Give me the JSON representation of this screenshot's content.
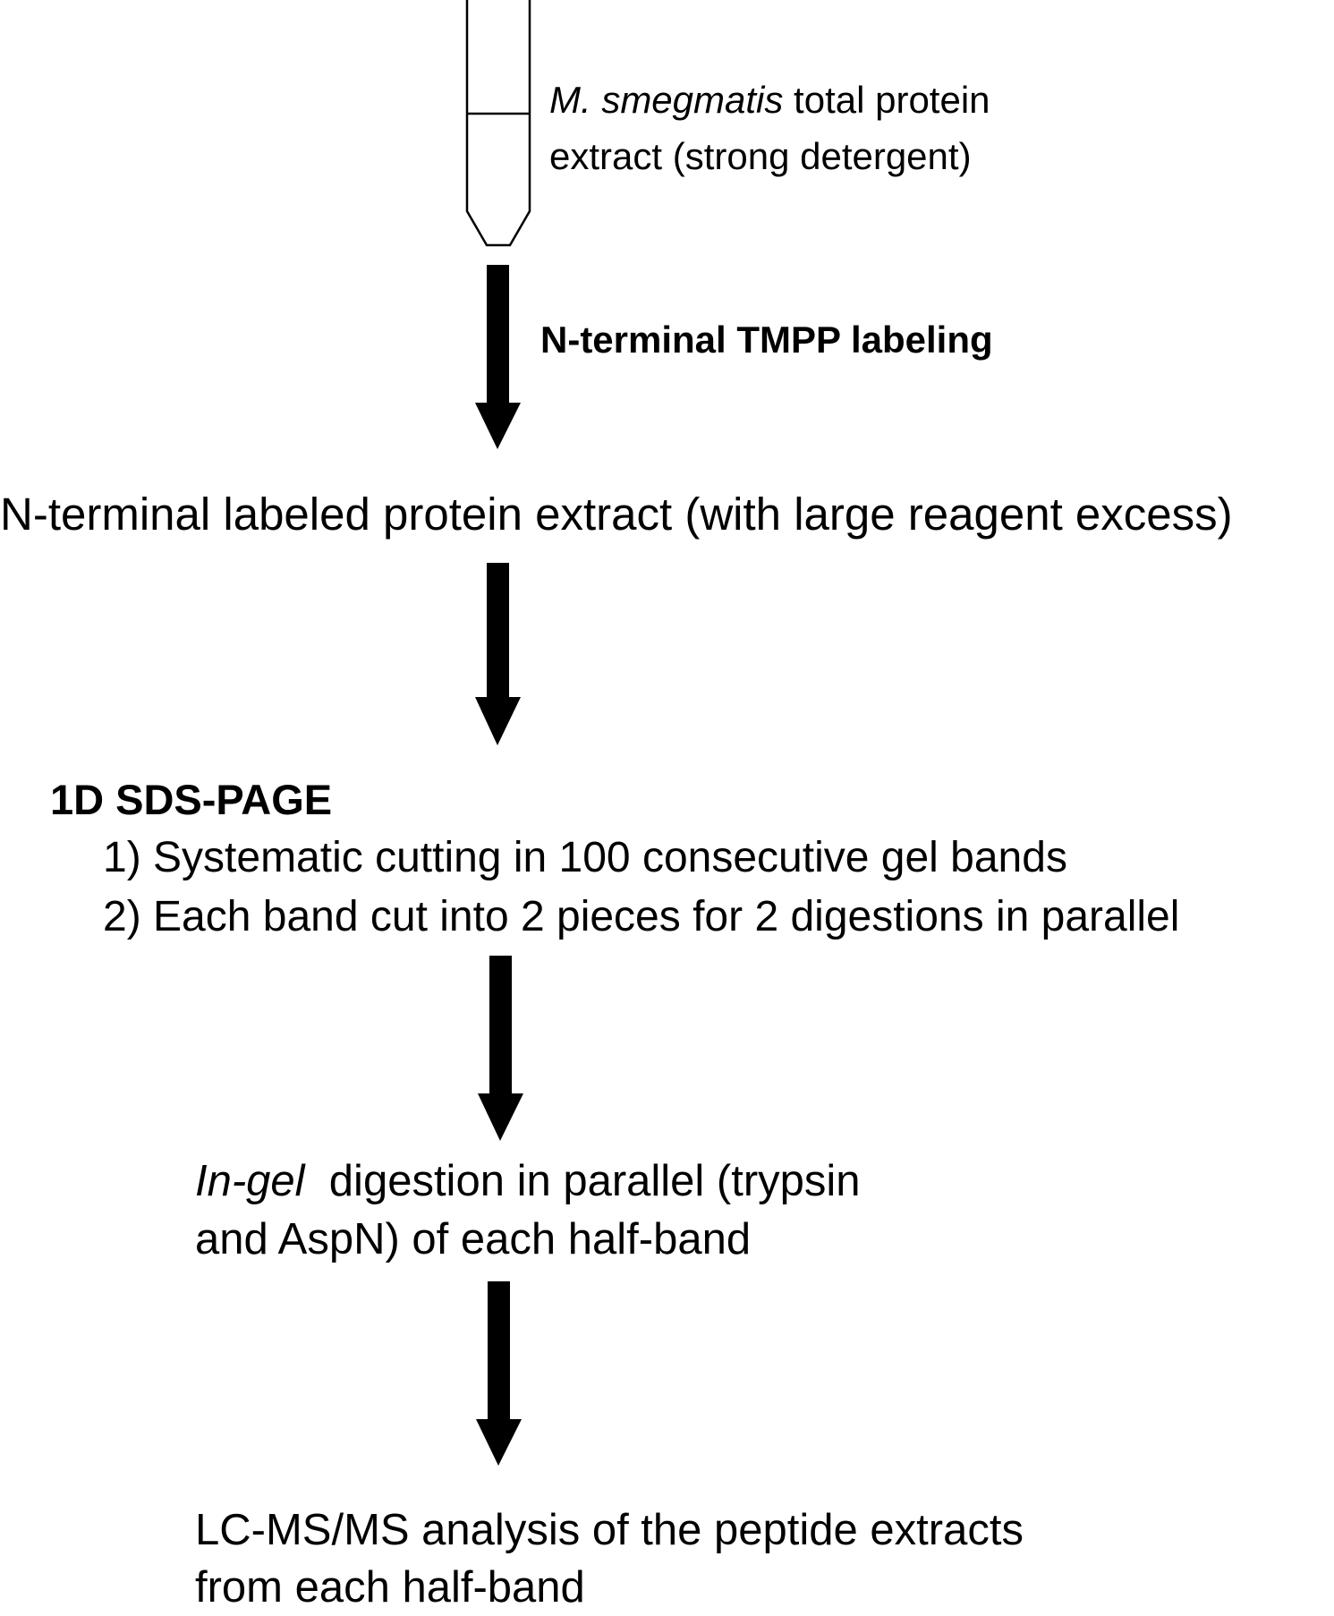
{
  "tube": {
    "label_italic": "M. smegmatis",
    "label_line1_rest": " total protein",
    "label_line2": "extract (strong detergent)"
  },
  "step1": {
    "label": "N-terminal TMPP labeling"
  },
  "labeled_extract": {
    "text": "N-terminal labeled  protein extract (with large reagent excess)"
  },
  "sds_page": {
    "heading": "1D SDS-PAGE",
    "substeps": [
      "1) Systematic cutting in 100 consecutive gel bands",
      "2) Each band cut into 2 pieces for 2 digestions in parallel"
    ]
  },
  "digestion": {
    "italic": "In-gel",
    "line1_rest": "  digestion in parallel (trypsin",
    "line2": "and AspN) of each half-band"
  },
  "analysis": {
    "line1": "LC-MS/MS analysis of the peptide extracts",
    "line2": "from each half-band"
  }
}
